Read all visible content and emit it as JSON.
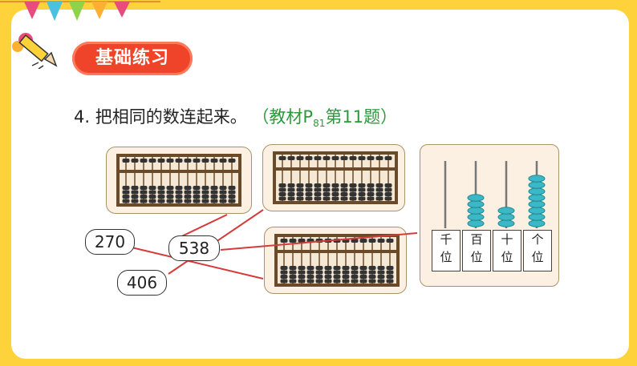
{
  "section": {
    "title": "基础练习"
  },
  "question": {
    "number": "4.",
    "text": "把相同的数连起来。",
    "ref_open": "（教材P",
    "ref_page": "81",
    "ref_close": "第11题）"
  },
  "numbers": [
    "270",
    "538",
    "406"
  ],
  "place_values": [
    {
      "top": "千",
      "bottom": "位",
      "beads": 0
    },
    {
      "top": "百",
      "bottom": "位",
      "beads": 5
    },
    {
      "top": "十",
      "bottom": "位",
      "beads": 3
    },
    {
      "top": "个",
      "bottom": "位",
      "beads": 8
    }
  ],
  "colors": {
    "background": "#fdd23a",
    "badge": "#f0442a",
    "ref_text": "#2a9a3a",
    "bead": "#3cb8c4",
    "line": "#d63b3b"
  }
}
